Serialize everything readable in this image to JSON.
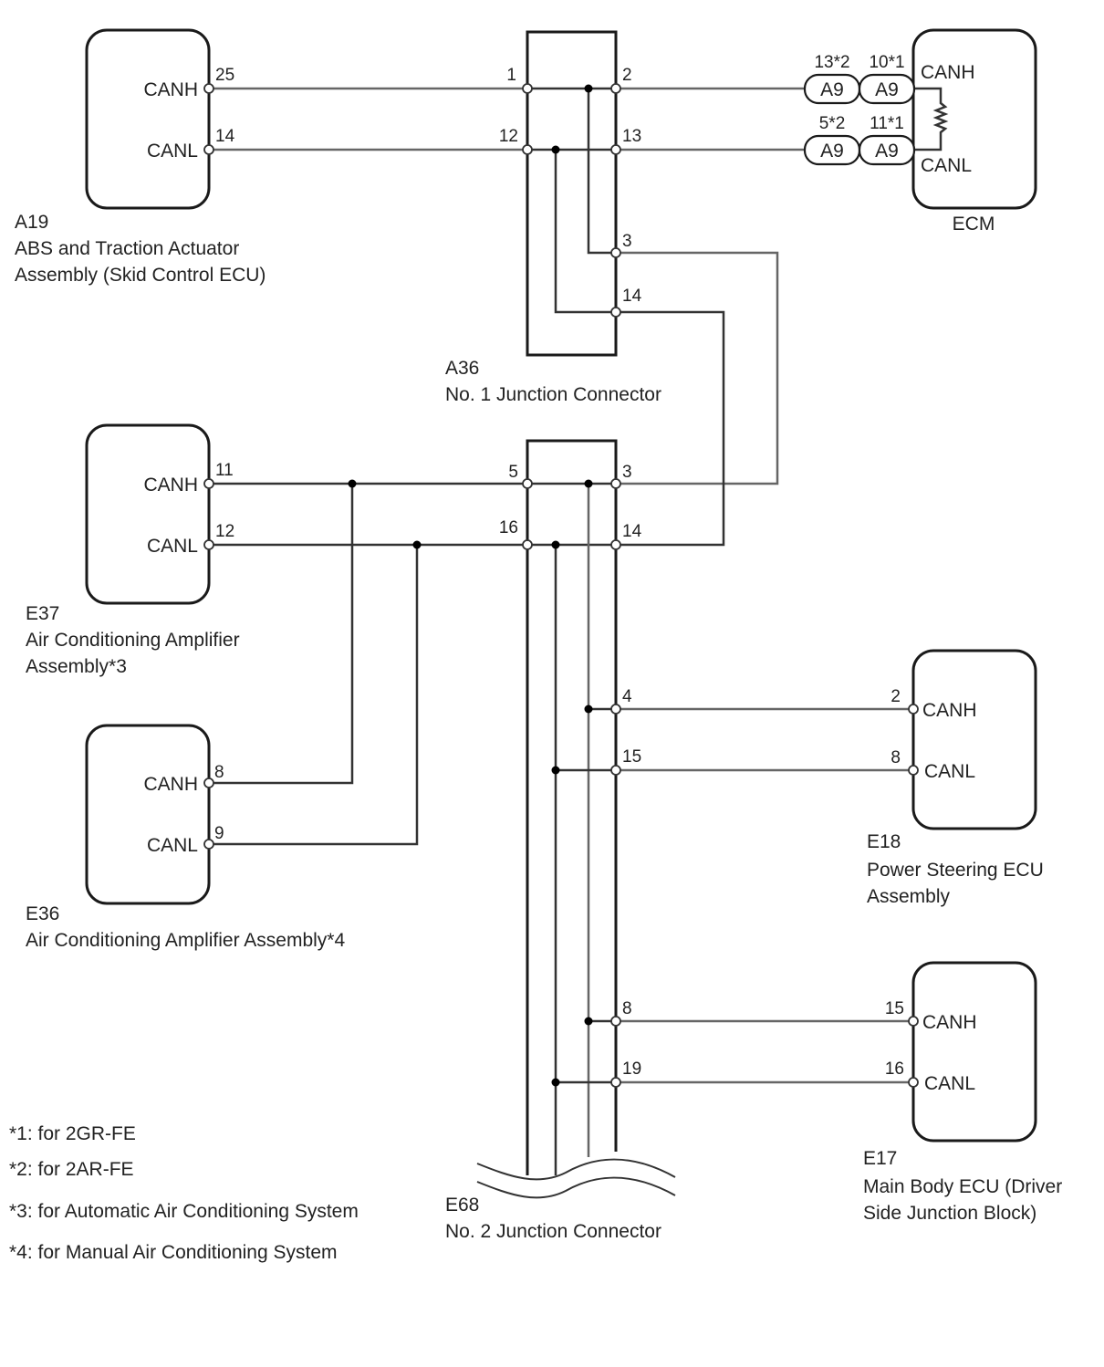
{
  "components": {
    "a19": {
      "id": "A19",
      "name_lines": [
        "ABS and Traction Actuator",
        "Assembly (Skid Control ECU)"
      ],
      "pins": [
        {
          "signal": "CANH",
          "number": "25"
        },
        {
          "signal": "CANL",
          "number": "14"
        }
      ]
    },
    "ecm": {
      "id": "ECM",
      "pins": [
        {
          "signal": "CANH"
        },
        {
          "signal": "CANL"
        }
      ],
      "connectors": [
        {
          "label": "A9",
          "pin": "13*2"
        },
        {
          "label": "A9",
          "pin": "10*1"
        },
        {
          "label": "A9",
          "pin": "5*2"
        },
        {
          "label": "A9",
          "pin": "11*1"
        }
      ]
    },
    "a36": {
      "id": "A36",
      "name": "No. 1 Junction Connector",
      "pins": [
        "1",
        "2",
        "12",
        "13",
        "3",
        "14"
      ]
    },
    "e37": {
      "id": "E37",
      "name_lines": [
        "Air Conditioning Amplifier",
        "Assembly*3"
      ],
      "pins": [
        {
          "signal": "CANH",
          "number": "11"
        },
        {
          "signal": "CANL",
          "number": "12"
        }
      ]
    },
    "e68": {
      "id": "E68",
      "name": "No. 2 Junction Connector",
      "pins": [
        "5",
        "3",
        "16",
        "14",
        "4",
        "15",
        "8",
        "19"
      ]
    },
    "e36": {
      "id": "E36",
      "name": "Air Conditioning Amplifier Assembly*4",
      "pins": [
        {
          "signal": "CANH",
          "number": "8"
        },
        {
          "signal": "CANL",
          "number": "9"
        }
      ]
    },
    "e18": {
      "id": "E18",
      "name_lines": [
        "Power Steering ECU",
        "Assembly"
      ],
      "pins": [
        {
          "signal": "CANH",
          "number": "2"
        },
        {
          "signal": "CANL",
          "number": "8"
        }
      ]
    },
    "e17": {
      "id": "E17",
      "name_lines": [
        "Main Body ECU (Driver",
        "Side Junction Block)"
      ],
      "pins": [
        {
          "signal": "CANH",
          "number": "15"
        },
        {
          "signal": "CANL",
          "number": "16"
        }
      ]
    }
  },
  "notes": [
    "*1: for 2GR-FE",
    "*2: for 2AR-FE",
    "*3: for Automatic Air Conditioning System",
    "*4: for Manual Air Conditioning System"
  ]
}
